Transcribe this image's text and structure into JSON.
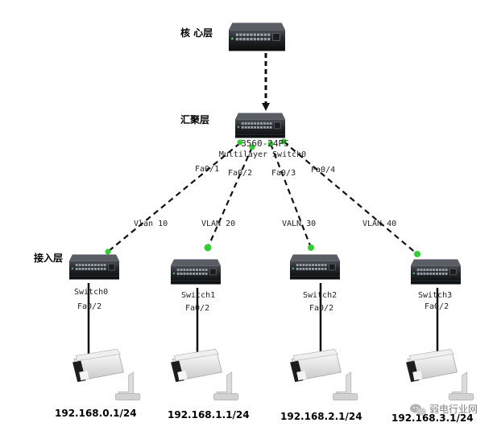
{
  "layers": {
    "core": "核 心层",
    "aggregation": "汇聚层",
    "access": "接入层"
  },
  "core_switch": {
    "icon": "switch-icon"
  },
  "aggregation_switch": {
    "icon": "multilayer-switch-icon",
    "model": "3560-24PS",
    "name": "Multilayer Switch0"
  },
  "links": [
    {
      "port": "Fa0/1",
      "vlan": "Vlan 10"
    },
    {
      "port": "Fa0/2",
      "vlan": "VLAN 20"
    },
    {
      "port": "Fa0/3",
      "vlan": "VALN 30"
    },
    {
      "port": "Fa0/4",
      "vlan": "VLAN 40"
    }
  ],
  "access_switches": [
    {
      "name": "Switch0",
      "port": "Fa0/2",
      "ip": "192.168.0.1/24"
    },
    {
      "name": "Switch1",
      "port": "Fa0/2",
      "ip": "192.168.1.1/24"
    },
    {
      "name": "Switch2",
      "port": "Fa0/2",
      "ip": "192.168.2.1/24"
    },
    {
      "name": "Switch3",
      "port": "Fa0/2",
      "ip": "192.168.3.1/24"
    }
  ],
  "camera_icon": "camera-icon",
  "watermark": "弱电行业网",
  "colors": {
    "link_line": "#111111",
    "link_dot": "#33cc33",
    "switch_body": "#2b2e33",
    "camera_body": "#e6e6e6"
  }
}
